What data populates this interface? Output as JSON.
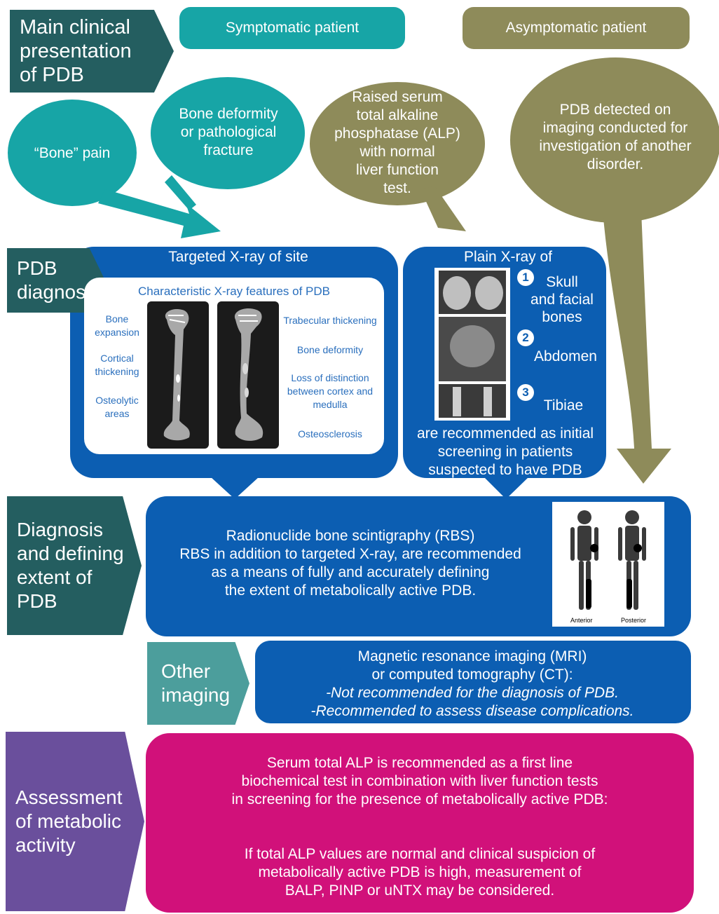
{
  "colors": {
    "teal_dark": "#245e60",
    "teal": "#17a5a6",
    "olive": "#8e8b5a",
    "blue": "#0c5eb2",
    "teal_mid": "#4c9e9c",
    "purple": "#6a4f9c",
    "magenta": "#d1117a"
  },
  "presentation": {
    "label": "Main clinical\npresentation\nof PDB",
    "symptomatic": "Symptomatic patient",
    "asymptomatic": "Asymptomatic patient",
    "bone_pain": "“Bone” pain",
    "deformity": "Bone deformity\nor pathological\nfracture",
    "alp": "Raised serum\ntotal alkaline\nphosphatase (ALP)\nwith normal\nliver function\ntest.",
    "incidental": "PDB detected on\nimaging conducted for\ninvestigation of another\ndisorder."
  },
  "diagnosis": {
    "label": "PDB\ndiagnosis",
    "targeted_title": "Targeted X-ray of site",
    "features_title": "Characteristic X-ray features of PDB",
    "left_labels": [
      "Bone\nexpansion",
      "Cortical\nthickening",
      "Osteolytic\nareas"
    ],
    "right_labels": [
      "Trabecular thickening",
      "Bone deformity",
      "Loss of distinction\nbetween cortex and\nmedulla",
      "Osteosclerosis"
    ],
    "plain_title": "Plain X-ray of",
    "sites": [
      {
        "num": "1",
        "label": "Skull\nand facial\nbones"
      },
      {
        "num": "2",
        "label": "Abdomen"
      },
      {
        "num": "3",
        "label": "Tibiae"
      }
    ],
    "plain_footer": "are recommended as initial\nscreening in patients\nsuspected to have PDB"
  },
  "extent": {
    "label": "Diagnosis\nand defining\nextent of\nPDB",
    "text": "Radionuclide bone scintigraphy (RBS)\nRBS in addition to targeted X-ray, are recommended\nas a means of fully and accurately defining\nthe extent of metabolically active PDB.",
    "anterior": "Anterior",
    "posterior": "Posterior"
  },
  "other": {
    "label": "Other\nimaging",
    "line1": "Magnetic resonance imaging (MRI)\nor computed tomography (CT):",
    "line2": "-Not recommended for the diagnosis of PDB.\n-Recommended to assess disease complications."
  },
  "metabolic": {
    "label": "Assessment\nof metabolic\nactivity",
    "para1": "Serum total ALP is recommended as a first line\nbiochemical test in combination with liver function tests\nin screening for the presence of metabolically active PDB:",
    "para2": "If total ALP values are normal and clinical suspicion of\nmetabolically active PDB is high, measurement of\nBALP, PINP or uNTX may be considered."
  }
}
